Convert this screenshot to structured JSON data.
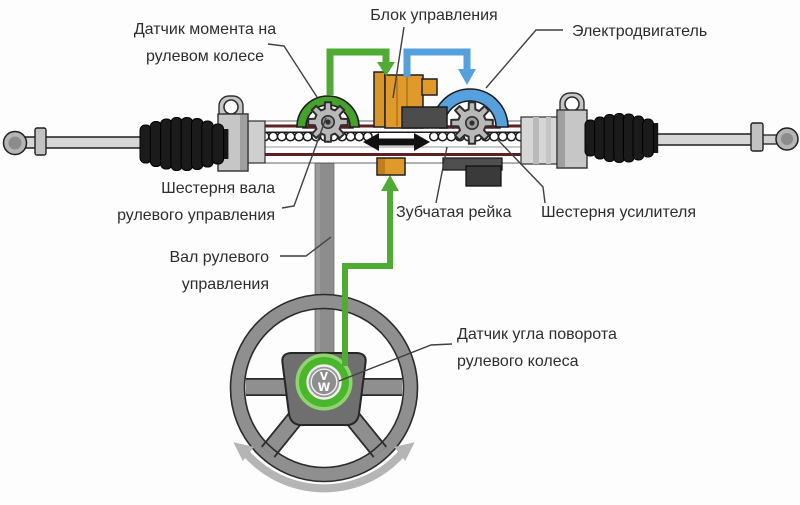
{
  "labels": {
    "torque_sensor": {
      "line1": "Датчик момента на",
      "line2": "рулевом колесе"
    },
    "control_unit": {
      "text": "Блок управления"
    },
    "electric_motor": {
      "text": "Электродвигатель"
    },
    "steering_shaft_pinion": {
      "line1": "Шестерня вала",
      "line2": "рулевого управления"
    },
    "gear_rack": {
      "text": "Зубчатая рейка"
    },
    "assist_pinion": {
      "text": "Шестерня усилителя"
    },
    "steering_shaft": {
      "line1": "Вал рулевого",
      "line2": "управления"
    },
    "steering_angle_sensor": {
      "line1": "Датчик угла поворота",
      "line2": "рулевого колеса"
    },
    "emblem": {
      "top": "V",
      "bottom": "W"
    }
  },
  "colors": {
    "sensor_green": "#4fab34",
    "signal_blue": "#57a0de",
    "control_unit_orange": "#e09a2b",
    "housing_outline_maroon": "#5d2020",
    "metal_gray": "#8f8f8f",
    "dark_gray": "#474747",
    "rotation_arrow_gray": "#b5b5b5",
    "callout_line": "#3f3f3f",
    "label_text": "#2d2d2d"
  }
}
